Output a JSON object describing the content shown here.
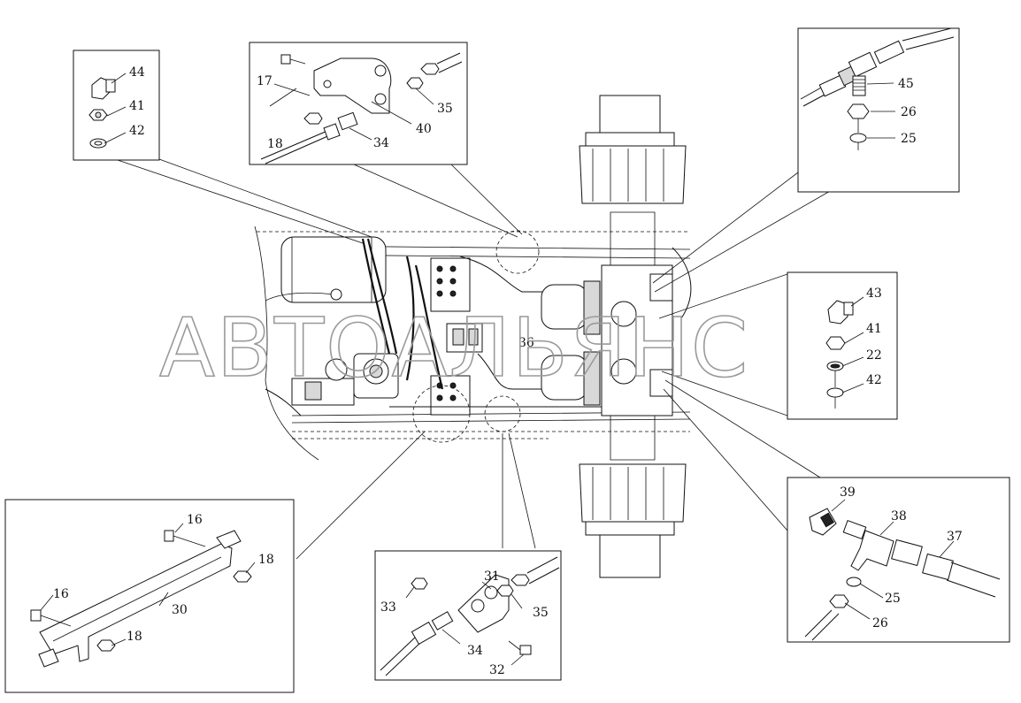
{
  "watermark": "АВТОАЛЬЯНС",
  "callouts": {
    "box_top_left": [
      "44",
      "41",
      "42"
    ],
    "box_top_middle": [
      "17",
      "18",
      "34",
      "40",
      "35"
    ],
    "box_top_right": [
      "45",
      "26",
      "25"
    ],
    "box_right_middle": [
      "43",
      "41",
      "22",
      "42"
    ],
    "box_bottom_left": [
      "16",
      "18",
      "16",
      "30",
      "18"
    ],
    "box_bottom_middle": [
      "33",
      "31",
      "35",
      "34",
      "32"
    ],
    "box_bottom_right": [
      "39",
      "38",
      "37",
      "25",
      "26"
    ],
    "main": [
      "36"
    ]
  }
}
